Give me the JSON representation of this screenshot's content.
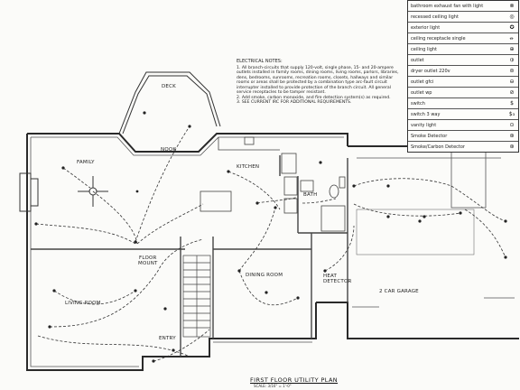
{
  "legend": [
    {
      "label": "bathroom exhaust fan with light",
      "symbol": "⊗"
    },
    {
      "label": "recessed ceiling light",
      "symbol": "◎"
    },
    {
      "label": "exterior light",
      "symbol": "✪"
    },
    {
      "label": "ceiling receptacle single",
      "symbol": "⦵"
    },
    {
      "label": "ceiling light",
      "symbol": "⊕"
    },
    {
      "label": "outlet",
      "symbol": "⦶"
    },
    {
      "label": "dryer outlet 220v",
      "symbol": "⊜"
    },
    {
      "label": "outlet gfci",
      "symbol": "⊖"
    },
    {
      "label": "outlet wp",
      "symbol": "⊘"
    },
    {
      "label": "switch",
      "symbol": "$"
    },
    {
      "label": "switch 3 way",
      "symbol": "$₃"
    },
    {
      "label": "vanity light",
      "symbol": "⊙"
    },
    {
      "label": "Smoke Detector",
      "symbol": "⊛"
    },
    {
      "label": "Smoke/Carbon Detector",
      "symbol": "⊛"
    }
  ],
  "notes": {
    "heading": "ELECTRICAL NOTES:",
    "items": [
      "1. All branch-circuits that supply 120-volt, single phase, 15- and 20-ampere outlets installed in family rooms, dining rooms, living rooms, parlors, libraries, dens, bedrooms, sunrooms, recreation rooms, closets, hallways and similar rooms or areas shall be protected by a combination type arc-fault circuit interrupter installed to provide protection of the branch circuit. All general service receptacles to be tamper resistant.",
      "2. Add smoke, carbon monoxide, and fire detection system(s) as required.",
      "3. SEE CURRENT IRC FOR ADDITIONAL REQUIREMENTS."
    ]
  },
  "rooms": {
    "deck": "DECK",
    "nook": "NOOK",
    "family": "FAMILY",
    "kitchen": "KITCHEN",
    "bath": "BATH",
    "floor_mount": "FLOOR\nMOUNT",
    "dining_room": "DINING ROOM",
    "living_room": "LIVING ROOM",
    "heat_detector": "HEAT\nDETECTOR",
    "garage": "2 CAR GARAGE",
    "entry": "ENTRY"
  },
  "title": "FIRST FLOOR UTILITY PLAN",
  "scale": "SCALE: 3/16\" = 1'-0\""
}
